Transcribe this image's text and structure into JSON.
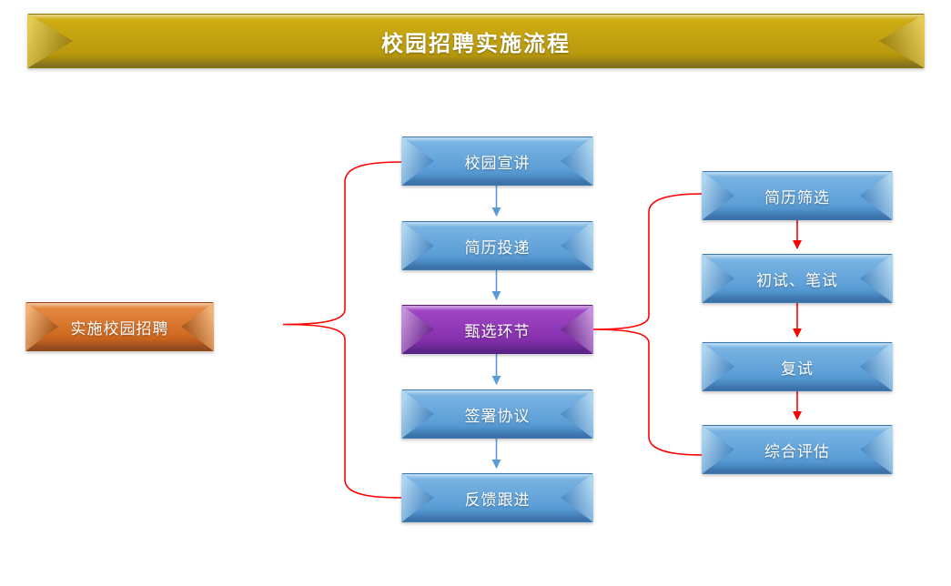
{
  "title": {
    "text": "校园招聘实施流程"
  },
  "nodes": {
    "root": {
      "label": "实施校园招聘"
    },
    "main_flow": [
      {
        "label": "校园宣讲"
      },
      {
        "label": "简历投递"
      },
      {
        "label": "甄选环节"
      },
      {
        "label": "签署协议"
      },
      {
        "label": "反馈跟进"
      }
    ],
    "selection_sub_flow": [
      {
        "label": "简历筛选"
      },
      {
        "label": "初试、笔试"
      },
      {
        "label": "复试"
      },
      {
        "label": "综合评估"
      }
    ]
  },
  "colors": {
    "title_gold": "#C2A00D",
    "node_blue": "#5B9BD5",
    "node_purple": "#8A34AF",
    "node_orange": "#D2691E",
    "main_flow_arrow": "#5B9BD5",
    "sub_flow_arrow": "#FF0000",
    "brace_connector": "#FF0000",
    "text": "#FFFFFF",
    "background": "#FFFFFF"
  }
}
